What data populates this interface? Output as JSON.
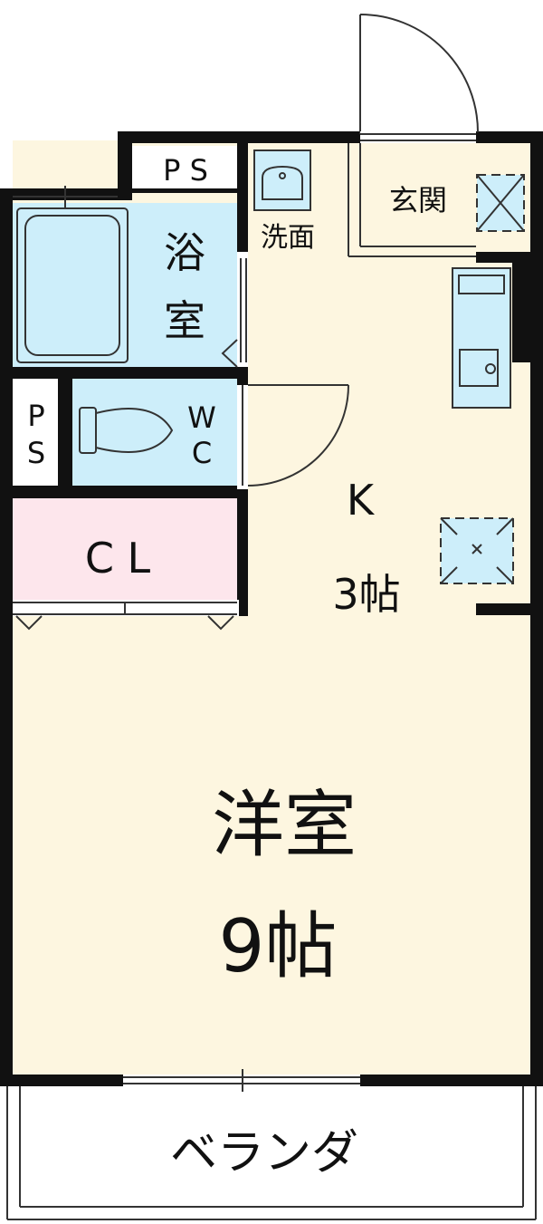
{
  "rooms": {
    "western_room": {
      "name": "洋室",
      "size": "9帖"
    },
    "kitchen": {
      "name": "K",
      "size": "3帖"
    },
    "bath": {
      "name_line1": "浴",
      "name_line2": "室"
    },
    "toilet": {
      "line1": "W",
      "line2": "C"
    },
    "closet": {
      "name": "C L"
    },
    "entrance": {
      "name": "玄関"
    },
    "washroom": {
      "name": "洗面"
    },
    "pipe_space_top": {
      "name": "P S"
    },
    "pipe_space_left": {
      "line1": "P",
      "line2": "S"
    },
    "veranda": {
      "name": "ベランダ"
    }
  },
  "colors": {
    "wall": "#111111",
    "floor": "#fdf6e0",
    "water_area": "#cdeefa",
    "closet": "#fde6ec",
    "fixture_stroke": "#333333"
  }
}
